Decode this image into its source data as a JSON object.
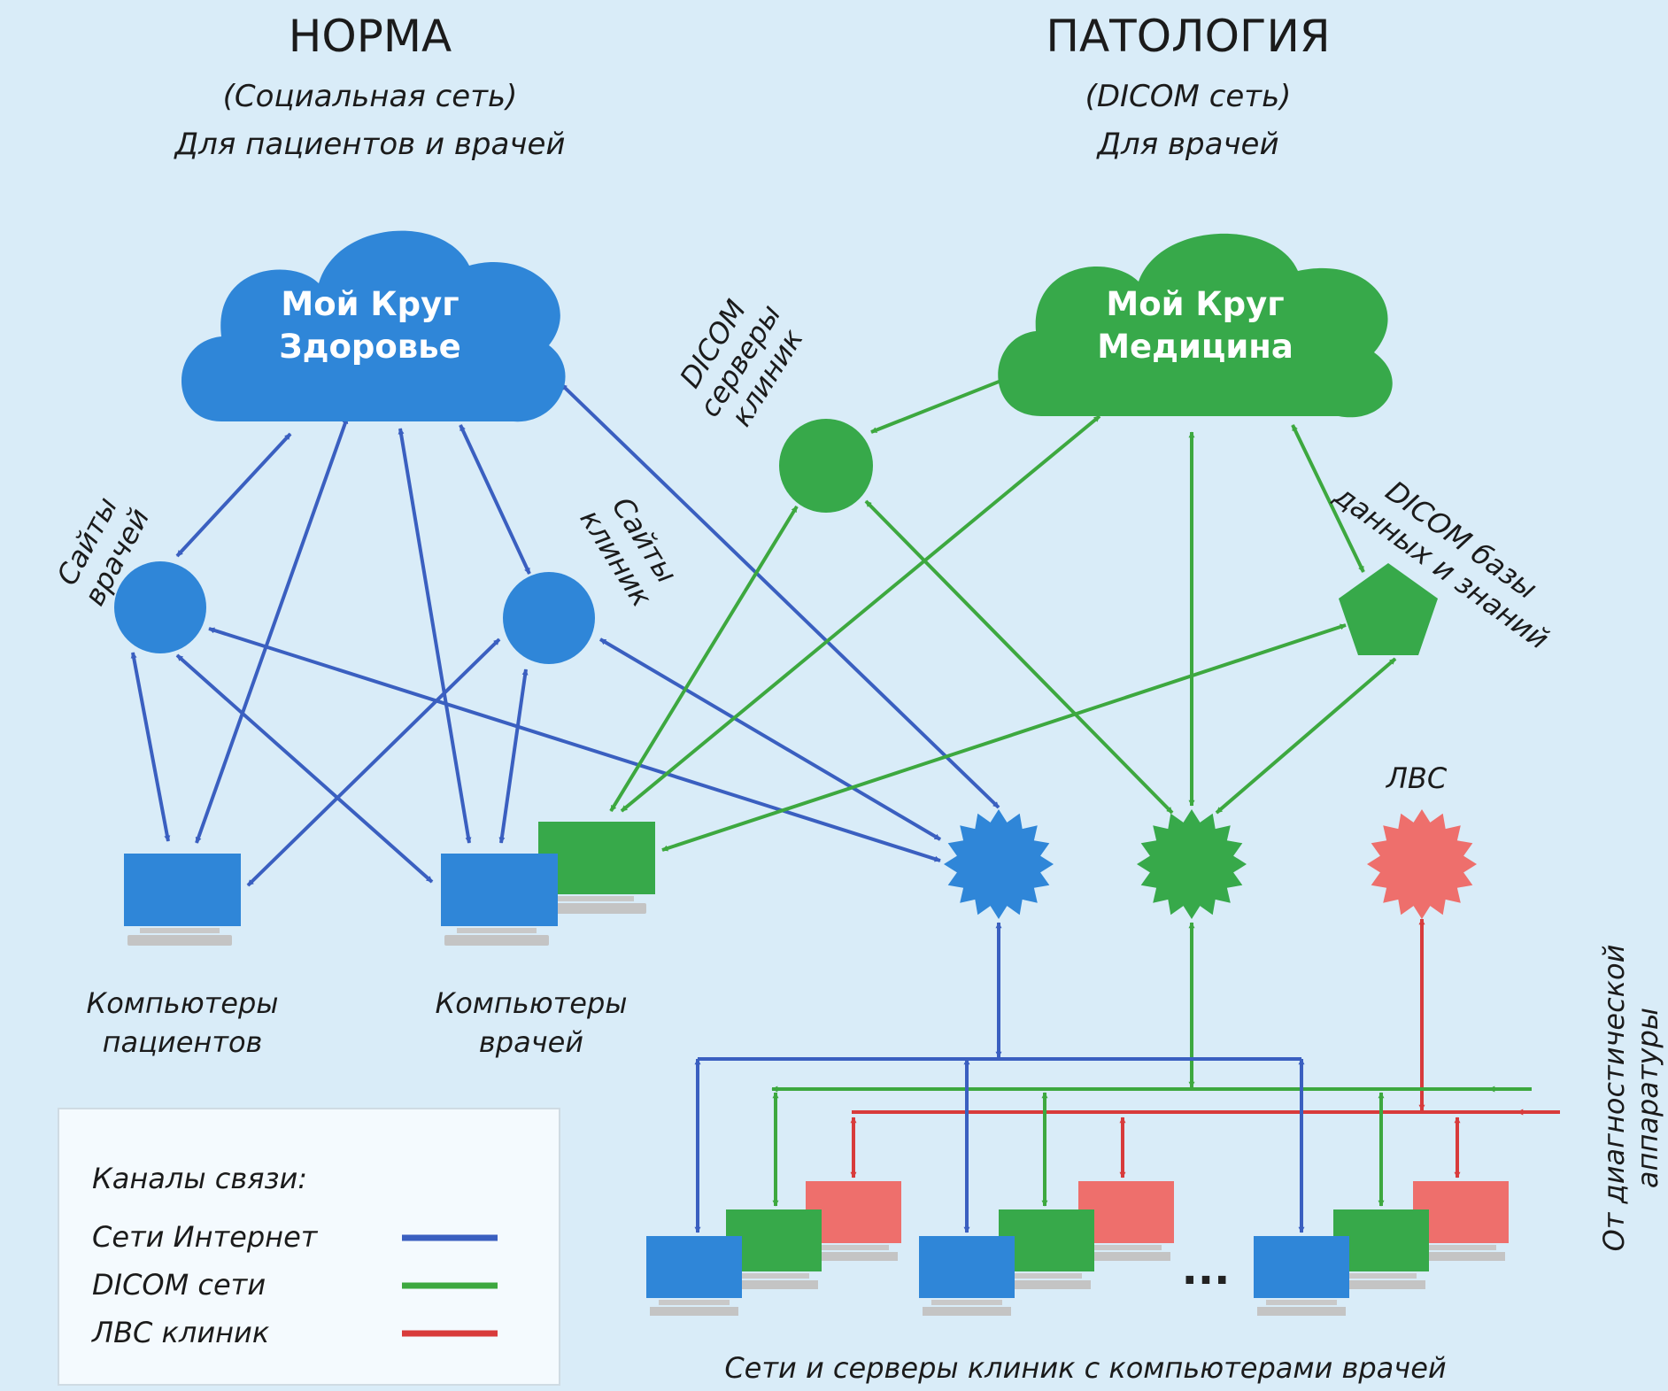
{
  "norm": {
    "title": "НОРМА",
    "subtitle": "(Социальная сеть)",
    "subtitle2": "Для пациентов и врачей"
  },
  "pathology": {
    "title": "ПАТОЛОГИЯ",
    "subtitle": "(DICOM сеть)",
    "subtitle2": "Для врачей"
  },
  "clouds": {
    "health": [
      "Мой Круг",
      "Здоровье"
    ],
    "medicine": [
      "Мой Круг",
      "Медицина"
    ]
  },
  "nodes": {
    "doctor_sites": [
      "Сайты",
      "врачей"
    ],
    "clinic_sites": [
      "Сайты",
      "клиник"
    ],
    "dicom_servers": [
      "DICOM",
      "серверы",
      "клиник"
    ],
    "dicom_db": [
      "DICOM базы",
      "данных и знаний"
    ],
    "lan": "ЛВС"
  },
  "computers": {
    "patients": [
      "Компьютеры",
      "пациентов"
    ],
    "doctors": [
      "Компьютеры",
      "врачей"
    ]
  },
  "diagnostic": [
    "От диагностической",
    "аппаратуры"
  ],
  "bottom_caption": "Сети и серверы клиник с компьютерами врачей",
  "ellipsis": "...",
  "legend": {
    "title": "Каналы связи:",
    "items": [
      {
        "label": "Сети Интернет",
        "color": "#3a5fc0"
      },
      {
        "label": "DICOM сети",
        "color": "#3da83f"
      },
      {
        "label": "ЛВС клиник",
        "color": "#d83b3b"
      }
    ]
  },
  "colors": {
    "internet": "#3a5fc0",
    "dicom": "#3da83f",
    "lan": "#d83b3b",
    "blue_node": "#2f86d8",
    "green_node": "#37a94a",
    "red_node": "#ee6f6c"
  }
}
